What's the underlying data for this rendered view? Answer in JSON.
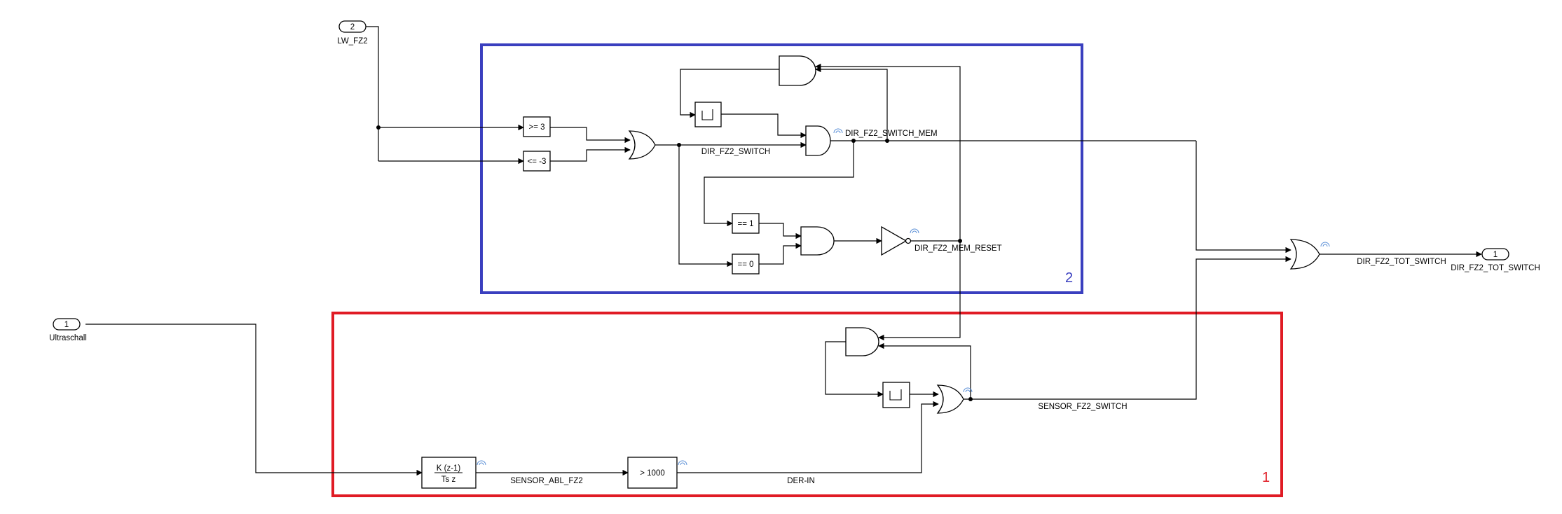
{
  "ports": {
    "in_lw": {
      "number": "2",
      "label": "LW_FZ2"
    },
    "in_ultra": {
      "number": "1",
      "label": "Ultraschall"
    },
    "out_tot": {
      "number": "1",
      "label": "DIR_FZ2_TOT_SWITCH"
    }
  },
  "blocks": {
    "cmp_ge3": ">= 3",
    "cmp_le_neg3": "<= -3",
    "cmp_eq1": "== 1",
    "cmp_eq0": "== 0",
    "cmp_gt1000": "> 1000",
    "deriv_num": "K (z-1)",
    "deriv_den": "Ts z"
  },
  "signals": {
    "dir_switch": "DIR_FZ2_SWITCH",
    "dir_switch_mem": "DIR_FZ2_SWITCH_MEM",
    "dir_mem_reset": "DIR_FZ2_MEM_RESET",
    "dir_tot_switch": "DIR_FZ2_TOT_SWITCH",
    "sensor_switch": "SENSOR_FZ2_SWITCH",
    "sensor_abl": "SENSOR_ABL_FZ2",
    "der_in": "DER-IN"
  },
  "areas": {
    "blue": {
      "number": "2",
      "color": "#3a3fbf"
    },
    "red": {
      "number": "1",
      "color": "#e01b24"
    }
  }
}
